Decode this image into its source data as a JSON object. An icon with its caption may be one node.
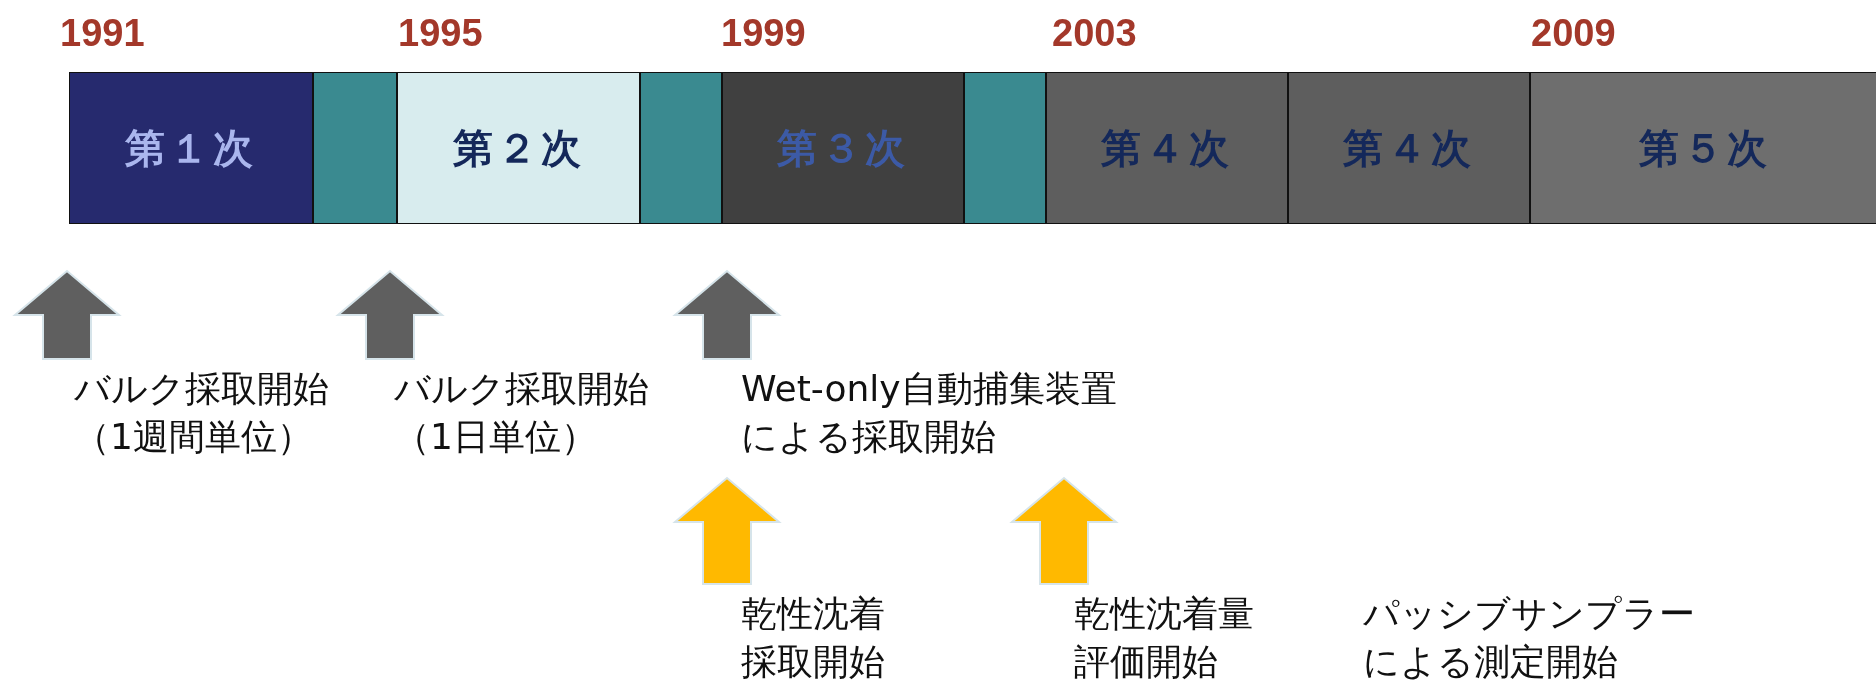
{
  "diagram": {
    "nodes": [
      {
        "text": [
          "第１次"
        ]
      },
      {
        "text": [],
        "shape": "box"
      },
      {
        "text": [
          "第２次"
        ]
      },
      {
        "text": [],
        "shape": "box"
      },
      {
        "text": [
          "第３次"
        ]
      },
      {
        "text": [],
        "shape": "box"
      },
      {
        "text": [
          "第４次"
        ]
      },
      {
        "text": [
          "第４次"
        ]
      },
      {
        "text": [
          "第５次"
        ]
      },
      {
        "text": [
          "バルク採取開始（1週間単位）"
        ]
      },
      {
        "text": [
          "バルク採取開始（1日単位）"
        ]
      },
      {
        "text": [
          "Wet-only自動捕集装置による採取開始"
        ]
      },
      {
        "text": [
          "乾性沈着採取開始"
        ]
      },
      {
        "text": [
          "乾性沈着量評価開始"
        ]
      }
    ],
    "edges": [
      {
        "from": 9,
        "to": null,
        "arrow": "to",
        "style": "thick"
      },
      {
        "from": 10,
        "to": null,
        "arrow": "to",
        "style": "thick"
      },
      {
        "from": 11,
        "to": null,
        "arrow": "to",
        "style": "thick"
      },
      {
        "from": 12,
        "to": null,
        "arrow": "to",
        "style": "thick",
        "color": "#ffb900"
      },
      {
        "from": 13,
        "to": null,
        "arrow": "to",
        "style": "thick",
        "color": "#ffb900"
      }
    ],
    "labels": [
      "1991",
      "1995",
      "1999",
      "2003",
      "2009",
      "パッシブサンプラーによる測定開始"
    ]
  }
}
